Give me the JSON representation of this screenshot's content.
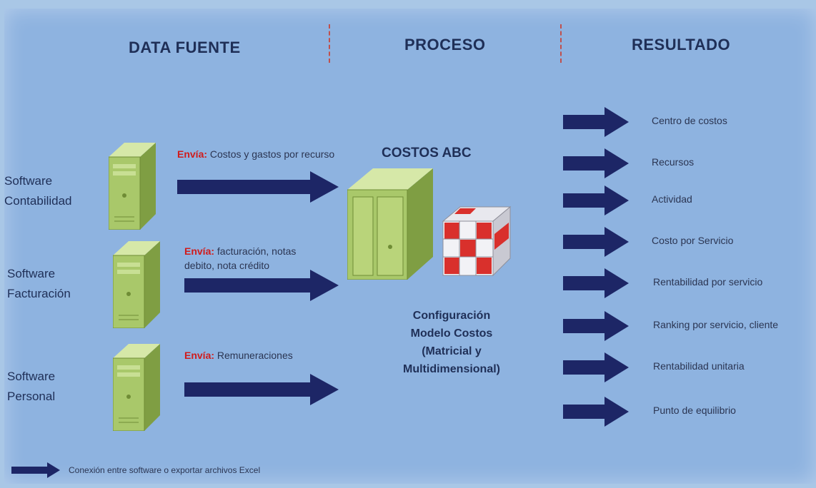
{
  "headers": {
    "source": "DATA FUENTE",
    "process": "PROCESO",
    "result": "RESULTADO"
  },
  "sources": [
    {
      "label_line1": "Software",
      "label_line2": "Contabilidad",
      "envia_kw": "Envía:",
      "envia_text": " Costos y gastos por recurso"
    },
    {
      "label_line1": "Software",
      "label_line2": "Facturación",
      "envia_kw": "Envía:",
      "envia_text": " facturación, notas debito, nota crédito"
    },
    {
      "label_line1": "Software",
      "label_line2": "Personal",
      "envia_kw": "Envía:",
      "envia_text": " Remuneraciones"
    }
  ],
  "process": {
    "title": "COSTOS ABC",
    "config_lines": [
      "Configuración",
      "Modelo Costos",
      "(Matricial y",
      "Multidimensional)"
    ]
  },
  "results": [
    "Centro de costos",
    "Recursos",
    "Actividad",
    "Costo por Servicio",
    "Rentabilidad por servicio",
    "Ranking por servicio, cliente",
    "Rentabilidad unitaria",
    "Punto de equilibrio"
  ],
  "legend": "Conexión entre software o exportar archivos Excel",
  "colors": {
    "background": "#8eb3e0",
    "arrow": "#1d2666",
    "server": "#a9c86a",
    "keyword": "#d01c1c",
    "cube_red": "#d9302c"
  }
}
